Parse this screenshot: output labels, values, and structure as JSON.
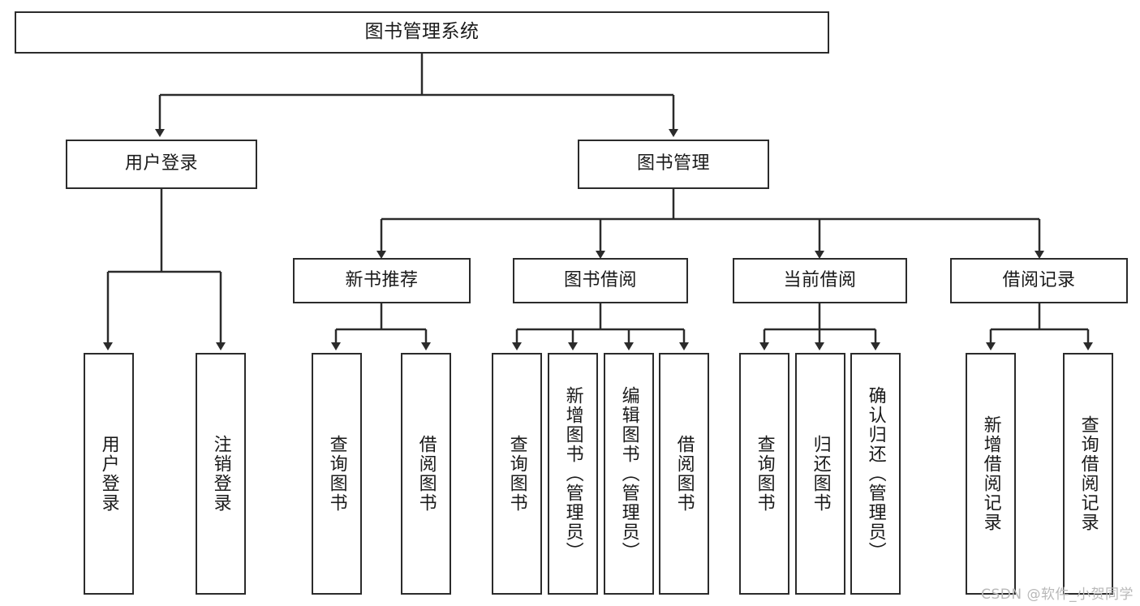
{
  "diagram": {
    "title": "图书管理系统",
    "type": "tree-hierarchy",
    "watermark": "CSDN @软件_小贺同学",
    "colors": {
      "stroke": "#2b2b2b",
      "fill": "#ffffff",
      "text": "#1a1a1a",
      "watermark": "#b8b8b8"
    },
    "root": {
      "label": "图书管理系统"
    },
    "level2": [
      {
        "label": "用户登录"
      },
      {
        "label": "图书管理"
      }
    ],
    "level3": [
      {
        "label": "新书推荐"
      },
      {
        "label": "图书借阅"
      },
      {
        "label": "当前借阅"
      },
      {
        "label": "借阅记录"
      }
    ],
    "leaves": {
      "user_login": [
        {
          "label": "用户登录"
        },
        {
          "label": "注销登录"
        }
      ],
      "new_book_recommend": [
        {
          "label": "查询图书"
        },
        {
          "label": "借阅图书"
        }
      ],
      "book_borrow": [
        {
          "label": "查询图书"
        },
        {
          "label": "新增图书（管理员）"
        },
        {
          "label": "编辑图书（管理员）"
        },
        {
          "label": "借阅图书"
        }
      ],
      "current_borrow": [
        {
          "label": "查询图书"
        },
        {
          "label": "归还图书"
        },
        {
          "label": "确认归还（管理员）"
        }
      ],
      "borrow_record": [
        {
          "label": "新增借阅记录"
        },
        {
          "label": "查询借阅记录"
        }
      ]
    }
  }
}
